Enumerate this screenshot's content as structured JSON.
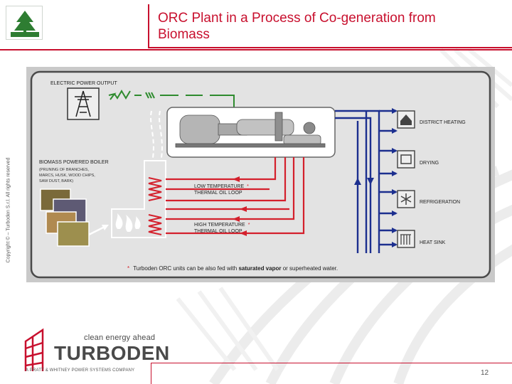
{
  "slide": {
    "title": "ORC Plant in a Process of Co-generation from Biomass",
    "copyright": "Copyright © – Turboden S.r.l. All rights reserved",
    "page_number": "12",
    "accent_color": "#c8102e"
  },
  "diagram": {
    "electric_output_label": "ELECTRIC POWER OUTPUT",
    "boiler_label": "BIOMASS POWERED BOILER",
    "boiler_note": [
      "(PRUNING OF BRANCHES,",
      "MARCS, HUSK, WOOD CHIPS,",
      "SAW DUST, BARK)"
    ],
    "low_loop": [
      "LOW TEMPERATURE",
      "THERMAL OIL LOOP"
    ],
    "high_loop": [
      "HIGH TEMPERATURE",
      "THERMAL OIL LOOP"
    ],
    "loop_marker": "*",
    "uses": [
      "DISTRICT HEATING",
      "DRYING",
      "REFRIGERATION",
      "HEAT SINK"
    ],
    "footnote_marker": "*",
    "footnote_pre": "Turboden ORC units can be also fed with ",
    "footnote_bold": "saturated vapor",
    "footnote_post": " or superheated water.",
    "colors": {
      "electric": "#2e8b2e",
      "thermal": "#d4202c",
      "water": "#1c2f8f",
      "panel": "#e3e3e3"
    }
  },
  "brand": {
    "tagline": "clean energy ahead",
    "name": "TURBODEN",
    "subtitle": "A PRATT & WHITNEY POWER SYSTEMS COMPANY"
  },
  "icons": [
    "tree-logo-icon",
    "pylon-icon",
    "house-icon",
    "dryer-icon",
    "snowflake-icon",
    "heat-sink-icon",
    "flame-icon"
  ]
}
